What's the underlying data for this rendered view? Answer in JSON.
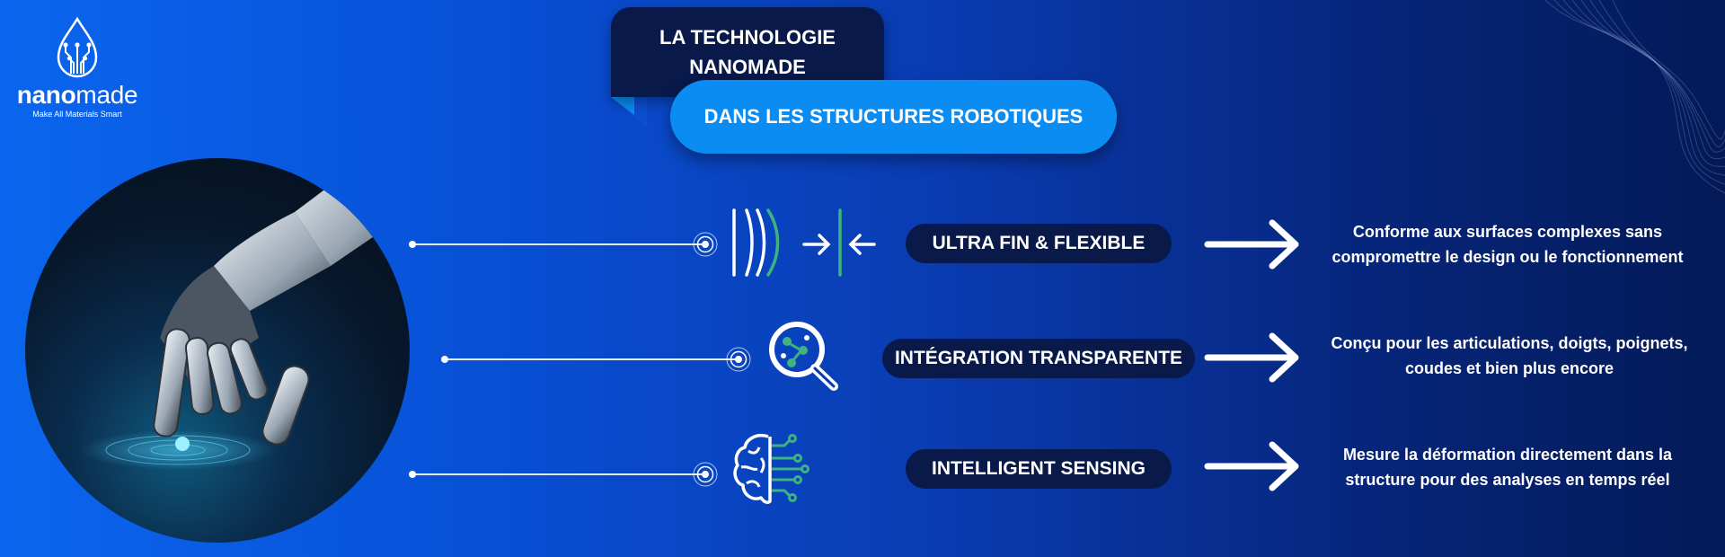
{
  "brand": {
    "name_bold": "nano",
    "name_light": "made",
    "tagline": "Make All Materials Smart"
  },
  "title": {
    "line1": "LA TECHNOLOGIE",
    "line2": "NANOMADE",
    "subtitle": "DANS LES STRUCTURES ROBOTIQUES"
  },
  "features": [
    {
      "label": "ULTRA FIN & FLEXIBLE",
      "icon": "thin-flexible-icon",
      "description_line1": "Conforme aux surfaces complexes sans",
      "description_line2": "compromettre le design ou le fonctionnement"
    },
    {
      "label": "INTÉGRATION TRANSPARENTE",
      "icon": "magnifier-icon",
      "description_line1": "Conçu pour les articulations, doigts, poignets,",
      "description_line2": "coudes et bien plus encore"
    },
    {
      "label": "INTELLIGENT SENSING",
      "icon": "brain-circuit-icon",
      "description_line1": "Mesure la déformation directement dans la",
      "description_line2": "structure pour des analyses en temps réel"
    }
  ],
  "colors": {
    "accent_blue": "#0b8cf2",
    "navy": "#08194a",
    "icon_green": "#3fb27f"
  }
}
